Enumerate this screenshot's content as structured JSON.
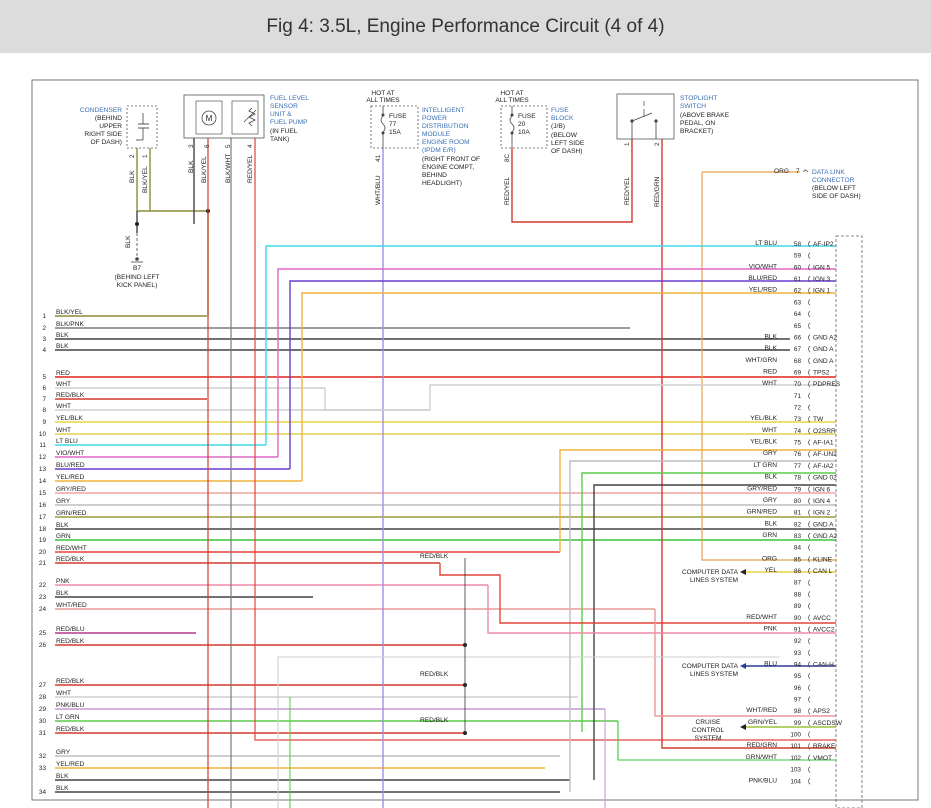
{
  "header": {
    "title": "Fig 4: 3.5L, Engine Performance Circuit (4 of 4)"
  },
  "components": {
    "condenser": {
      "name": "CONDENSER",
      "desc": [
        "(BEHIND",
        "UPPER",
        "RIGHT SIDE",
        "OF DASH)"
      ]
    },
    "fuel_sensor": {
      "name": [
        "FUEL LEVEL",
        "SENSOR",
        "UNIT &",
        "FUEL PUMP"
      ],
      "desc": [
        "(IN FUEL",
        "TANK)"
      ],
      "motor": "M"
    },
    "ipdm": {
      "hot": [
        "HOT AT",
        "ALL TIMES"
      ],
      "fuse": [
        "FUSE",
        "77",
        "15A"
      ],
      "name": [
        "INTELLIGENT",
        "POWER",
        "DISTRIBUTION",
        "MODULE",
        "ENGINE ROOM",
        "(IPDM E/R)"
      ],
      "desc": [
        "(RIGHT FRONT OF",
        "ENGINE COMPT,",
        "BEHIND",
        "HEADLIGHT)"
      ]
    },
    "fuse_block": {
      "hot": [
        "HOT AT",
        "ALL TIMES"
      ],
      "fuse": [
        "FUSE",
        "20",
        "10A"
      ],
      "name": [
        "FUSE",
        "BLOCK",
        "(J/B)"
      ],
      "desc": [
        "(BELOW",
        "LEFT SIDE",
        "OF DASH)"
      ]
    },
    "stoplight": {
      "name": [
        "STOPLIGHT",
        "SWITCH"
      ],
      "desc": [
        "(ABOVE BRAKE",
        "PEDAL, ON",
        "BRACKET)"
      ]
    },
    "dlc": {
      "wire": "ORG",
      "pin": "7",
      "name": [
        "DATA LINK",
        "CONNECTOR"
      ],
      "desc": [
        "(BELOW LEFT",
        "SIDE OF DASH)"
      ]
    },
    "ground": {
      "label": "B7",
      "desc": [
        "(BEHIND LEFT",
        "KICK PANEL)"
      ],
      "wire": "BLK"
    },
    "computer1": [
      "COMPUTER DATA",
      "LINES SYSTEM"
    ],
    "computer2": [
      "COMPUTER DATA",
      "LINES SYSTEM"
    ],
    "cruise": [
      "CRUISE",
      "CONTROL",
      "SYSTEM"
    ]
  },
  "vertical_labels": [
    "BLK",
    "BLK/YEL",
    "BLK",
    "BLK/YEL",
    "BLK/WHT",
    "RED/YEL",
    "WHT/BLU",
    "RED/YEL",
    "RED/YEL",
    "RED/GRN"
  ],
  "connector_pins": [
    "2",
    "1",
    "3",
    "6",
    "5",
    "4",
    "41",
    "8C",
    "1",
    "2"
  ],
  "left_wires": [
    {
      "n": "1",
      "w": "BLK/YEL",
      "c": "#8c8c3c"
    },
    {
      "n": "2",
      "w": "BLK/PNK",
      "c": "#7c7c7c"
    },
    {
      "n": "3",
      "w": "BLK",
      "c": "#444444"
    },
    {
      "n": "4",
      "w": "BLK",
      "c": "#444444"
    },
    {
      "n": "5",
      "w": "RED",
      "c": "#e3241b"
    },
    {
      "n": "6",
      "w": "WHT",
      "c": "#cfcfcf"
    },
    {
      "n": "7",
      "w": "RED/BLK",
      "c": "#d33a2c"
    },
    {
      "n": "8",
      "w": "WHT",
      "c": "#cfcfcf"
    },
    {
      "n": "9",
      "w": "YEL/BLK",
      "c": "#e8d640"
    },
    {
      "n": "10",
      "w": "WHT",
      "c": "#e0d050"
    },
    {
      "n": "11",
      "w": "LT BLU",
      "c": "#3fd8e6"
    },
    {
      "n": "12",
      "w": "VIO/WHT",
      "c": "#e066c9"
    },
    {
      "n": "13",
      "w": "BLU/RED",
      "c": "#6a3ccf"
    },
    {
      "n": "14",
      "w": "YEL/RED",
      "c": "#f0b43a"
    },
    {
      "n": "15",
      "w": "GRY/RED",
      "c": "#f0a2a2"
    },
    {
      "n": "16",
      "w": "GRY",
      "c": "#bdbdbd"
    },
    {
      "n": "17",
      "w": "GRN/RED",
      "c": "#9c9c3c"
    },
    {
      "n": "18",
      "w": "BLK",
      "c": "#444444"
    },
    {
      "n": "19",
      "w": "GRN",
      "c": "#3cc43c"
    },
    {
      "n": "20",
      "w": "RED/WHT",
      "c": "#e3443a"
    },
    {
      "n": "21",
      "w": "RED/BLK",
      "c": "#d33a2c"
    },
    {
      "n": "22",
      "w": "PNK",
      "c": "#f08aa6"
    },
    {
      "n": "23",
      "w": "BLK",
      "c": "#444444"
    },
    {
      "n": "24",
      "w": "WHT/RED",
      "c": "#e89a9a"
    },
    {
      "n": "25",
      "w": "RED/BLU",
      "c": "#b33a8c"
    },
    {
      "n": "26",
      "w": "RED/BLK",
      "c": "#d33a2c"
    },
    {
      "n": "27",
      "w": "RED/BLK",
      "c": "#d33a2c"
    },
    {
      "n": "28",
      "w": "WHT",
      "c": "#cfcfcf"
    },
    {
      "n": "29",
      "w": "PNK/BLU",
      "c": "#c39ad6"
    },
    {
      "n": "30",
      "w": "LT GRN",
      "c": "#5ccc4a"
    },
    {
      "n": "31",
      "w": "RED/BLK",
      "c": "#d33a2c"
    },
    {
      "n": "32",
      "w": "GRY",
      "c": "#bdbdbd"
    },
    {
      "n": "33",
      "w": "YEL/RED",
      "c": "#f0b43a"
    },
    {
      "n": "",
      "w": "BLK",
      "c": "#444444"
    },
    {
      "n": "34",
      "w": "BLK",
      "c": "#444444"
    }
  ],
  "right_pins": [
    {
      "n": "58",
      "w": "LT BLU",
      "s": "AF-IP2"
    },
    {
      "n": "59",
      "w": "",
      "s": ""
    },
    {
      "n": "60",
      "w": "VIO/WHT",
      "s": "IGN 5"
    },
    {
      "n": "61",
      "w": "BLU/RED",
      "s": "IGN 3"
    },
    {
      "n": "62",
      "w": "YEL/RED",
      "s": "IGN 1"
    },
    {
      "n": "63",
      "w": "",
      "s": ""
    },
    {
      "n": "64",
      "w": "",
      "s": ""
    },
    {
      "n": "65",
      "w": "",
      "s": ""
    },
    {
      "n": "66",
      "w": "BLK",
      "s": "GND A2"
    },
    {
      "n": "67",
      "w": "BLK",
      "s": "GND A"
    },
    {
      "n": "68",
      "w": "WHT/GRN",
      "s": "GND A"
    },
    {
      "n": "69",
      "w": "RED",
      "s": "TPS2"
    },
    {
      "n": "70",
      "w": "WHT",
      "s": "PDPRES"
    },
    {
      "n": "71",
      "w": "",
      "s": ""
    },
    {
      "n": "72",
      "w": "",
      "s": ""
    },
    {
      "n": "73",
      "w": "YEL/BLK",
      "s": "TW"
    },
    {
      "n": "74",
      "w": "WHT",
      "s": "O2SRR"
    },
    {
      "n": "75",
      "w": "YEL/BLK",
      "s": "AF-IA1"
    },
    {
      "n": "76",
      "w": "GRY",
      "s": "AF-UN2"
    },
    {
      "n": "77",
      "w": "LT GRN",
      "s": "AF-IA2"
    },
    {
      "n": "78",
      "w": "BLK",
      "s": "GND 02"
    },
    {
      "n": "79",
      "w": "GRY/RED",
      "s": "IGN 6"
    },
    {
      "n": "80",
      "w": "GRY",
      "s": "IGN 4"
    },
    {
      "n": "81",
      "w": "GRN/RED",
      "s": "IGN 2"
    },
    {
      "n": "82",
      "w": "BLK",
      "s": "GND A"
    },
    {
      "n": "83",
      "w": "GRN",
      "s": "GND A2"
    },
    {
      "n": "84",
      "w": "",
      "s": ""
    },
    {
      "n": "85",
      "w": "ORG",
      "s": "KLINE"
    },
    {
      "n": "86",
      "w": "YEL",
      "s": "CAN L"
    },
    {
      "n": "87",
      "w": "",
      "s": ""
    },
    {
      "n": "88",
      "w": "",
      "s": ""
    },
    {
      "n": "89",
      "w": "",
      "s": ""
    },
    {
      "n": "90",
      "w": "RED/WHT",
      "s": "AVCC"
    },
    {
      "n": "91",
      "w": "PNK",
      "s": "AVCC2"
    },
    {
      "n": "92",
      "w": "",
      "s": ""
    },
    {
      "n": "93",
      "w": "",
      "s": ""
    },
    {
      "n": "94",
      "w": "BLU",
      "s": "CAN-H"
    },
    {
      "n": "95",
      "w": "",
      "s": ""
    },
    {
      "n": "96",
      "w": "",
      "s": ""
    },
    {
      "n": "97",
      "w": "",
      "s": ""
    },
    {
      "n": "98",
      "w": "WHT/RED",
      "s": "APS2"
    },
    {
      "n": "99",
      "w": "GRN/YEL",
      "s": "ASCDSW"
    },
    {
      "n": "100",
      "w": "",
      "s": ""
    },
    {
      "n": "101",
      "w": "RED/GRN",
      "s": "BRAKE"
    },
    {
      "n": "102",
      "w": "GRN/WHT",
      "s": "VMOT"
    },
    {
      "n": "103",
      "w": "",
      "s": ""
    },
    {
      "n": "104",
      "w": "PNK/BLU",
      "s": ""
    }
  ],
  "splice_labels": [
    "RED/BLK",
    "RED/BLK",
    "RED/BLK"
  ],
  "colors": {
    "header_bg": "#dcdcdc",
    "component_label": "#3a6fb5"
  }
}
